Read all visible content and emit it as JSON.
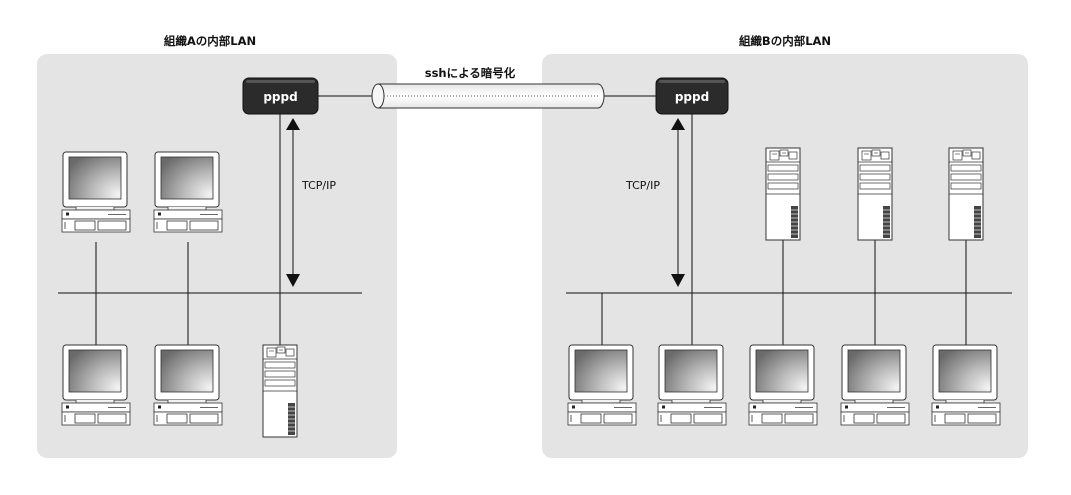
{
  "zones": [
    {
      "id": "a",
      "title": "組織Aの内部LAN"
    },
    {
      "id": "b",
      "title": "組織Bの内部LAN"
    }
  ],
  "tunnel": {
    "label": "sshによる暗号化"
  },
  "nodes": {
    "pppd_a": "pppd",
    "pppd_b": "pppd"
  },
  "links": {
    "tcpip_a": "TCP/IP",
    "tcpip_b": "TCP/IP"
  },
  "devices": {
    "zone_a": {
      "desktops": 4,
      "servers": 1
    },
    "zone_b": {
      "desktops": 5,
      "servers": 3
    }
  }
}
